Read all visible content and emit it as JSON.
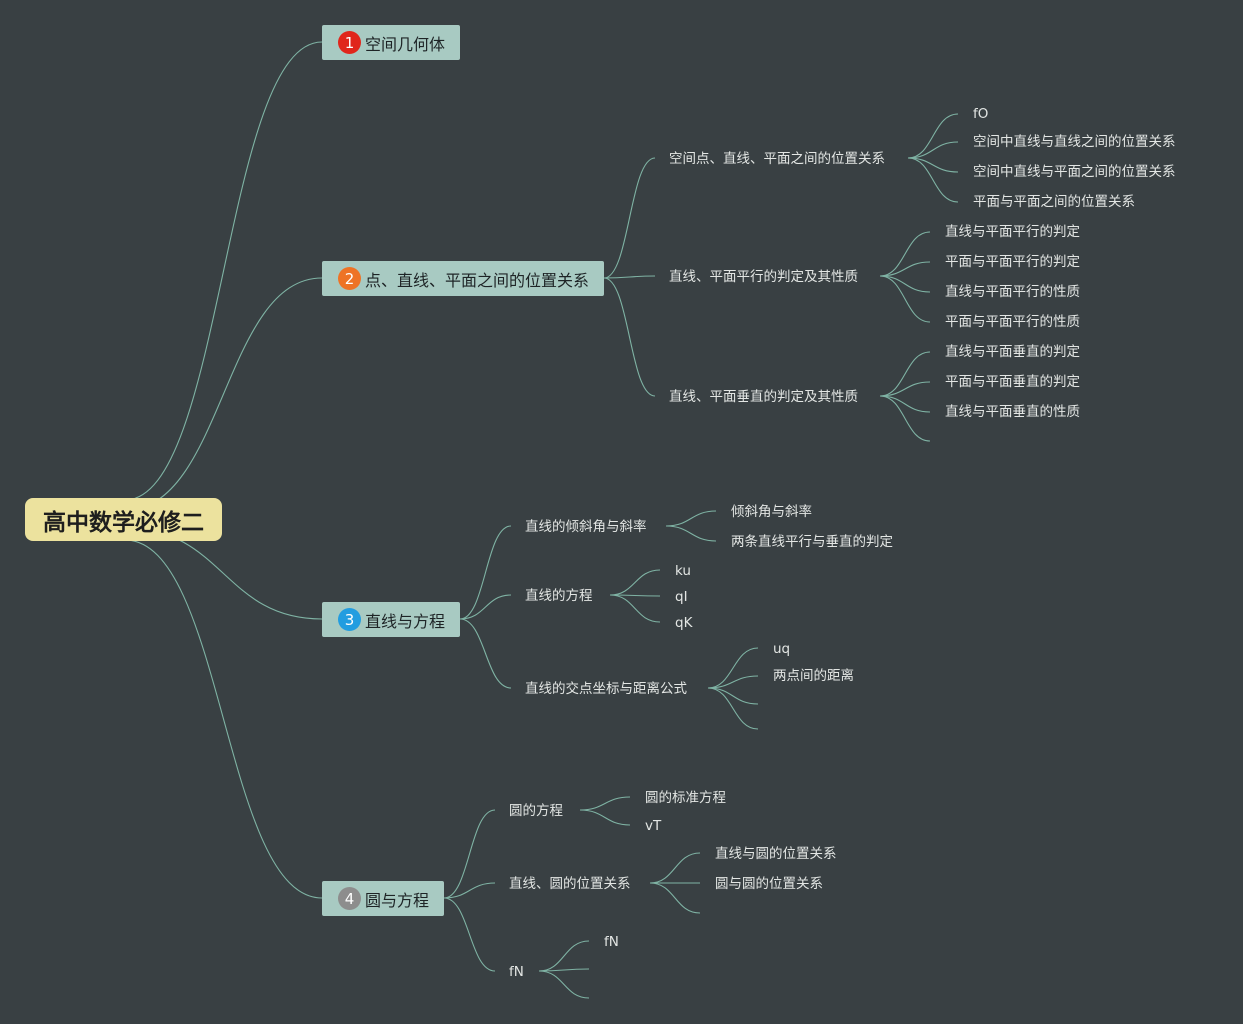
{
  "root": {
    "label": "高中数学必修二"
  },
  "colors": {
    "link": "#7fb3a4",
    "root": "#ece29e",
    "branch": "#a8cac2",
    "background": "#394043"
  },
  "branches": [
    {
      "number": "1",
      "label": "空间几何体",
      "badge_color": "#e0261b",
      "children": []
    },
    {
      "number": "2",
      "label": "点、直线、平面之间的位置关系",
      "badge_color": "#ee7325",
      "children": [
        {
          "label": "空间点、直线、平面之间的位置关系",
          "children": [
            "fO",
            "空间中直线与直线之间的位置关系",
            "空间中直线与平面之间的位置关系",
            "平面与平面之间的位置关系"
          ]
        },
        {
          "label": "直线、平面平行的判定及其性质",
          "children": [
            "直线与平面平行的判定",
            "平面与平面平行的判定",
            "直线与平面平行的性质",
            "平面与平面平行的性质"
          ]
        },
        {
          "label": "直线、平面垂直的判定及其性质",
          "children": [
            "直线与平面垂直的判定",
            "平面与平面垂直的判定",
            "直线与平面垂直的性质",
            ""
          ]
        }
      ]
    },
    {
      "number": "3",
      "label": "直线与方程",
      "badge_color": "#229de0",
      "children": [
        {
          "label": "直线的倾斜角与斜率",
          "children": [
            "倾斜角与斜率",
            "两条直线平行与垂直的判定"
          ]
        },
        {
          "label": "直线的方程",
          "children": [
            "ku",
            "qI",
            "qK"
          ]
        },
        {
          "label": "直线的交点坐标与距离公式",
          "children": [
            "uq",
            "两点间的距离",
            "",
            ""
          ]
        }
      ]
    },
    {
      "number": "4",
      "label": "圆与方程",
      "badge_color": "#8d8d8d",
      "children": [
        {
          "label": "圆的方程",
          "children": [
            "圆的标准方程",
            "vT"
          ]
        },
        {
          "label": "直线、圆的位置关系",
          "children": [
            "直线与圆的位置关系",
            "圆与圆的位置关系",
            ""
          ]
        },
        {
          "label": "fN",
          "children": [
            "fN",
            "",
            ""
          ]
        }
      ]
    }
  ]
}
